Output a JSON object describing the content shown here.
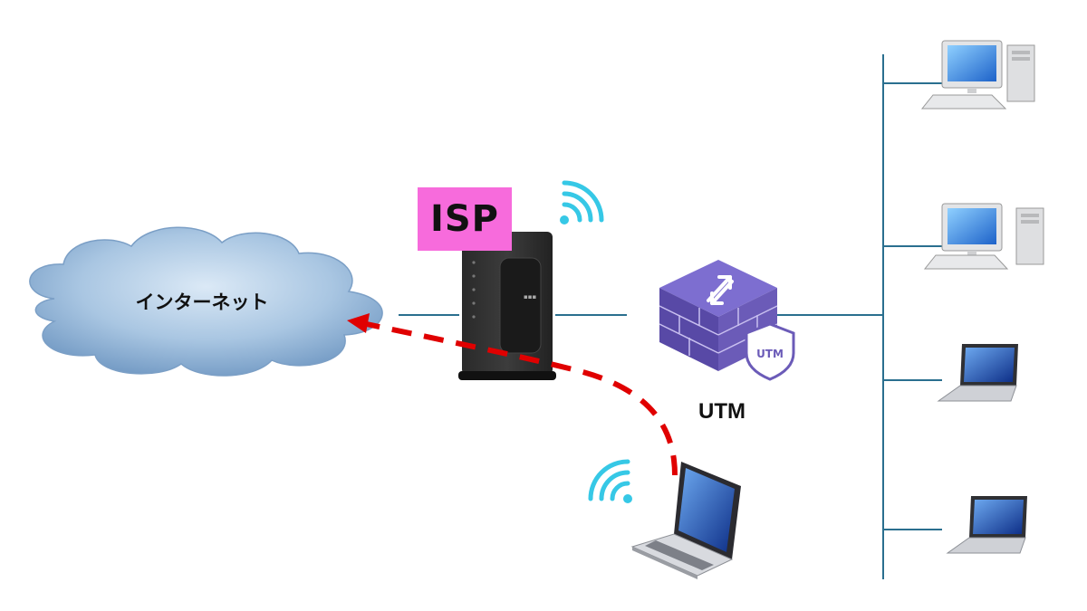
{
  "diagram": {
    "isp_label": "ISP",
    "cloud_label": "インターネット",
    "utm_label": "UTM",
    "utm_badge": "UTM"
  },
  "icons": [
    "cloud-icon",
    "wireless-router-icon",
    "wifi-signal-icon",
    "utm-firewall-icon",
    "shield-badge-icon",
    "laptop-icon",
    "desktop-pc-icon"
  ],
  "colors": {
    "isp_label_bg": "#f76bdc",
    "cable": "#2a6f8f",
    "bypass_path": "#e00000",
    "wifi": "#36c8e6",
    "utm_purple": "#6b5bb8",
    "cloud": "#8fb3d6"
  }
}
